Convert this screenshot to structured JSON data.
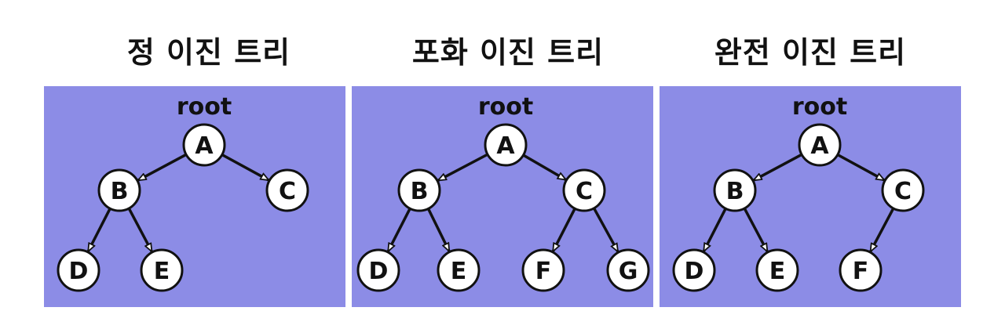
{
  "colors": {
    "panel_background": "#8c8ce6",
    "node_fill": "#ffffff",
    "stroke": "#111111"
  },
  "panels": [
    {
      "title": "정 이진 트리",
      "root_label": "root",
      "nodes": [
        {
          "id": "A",
          "label": "A"
        },
        {
          "id": "B",
          "label": "B"
        },
        {
          "id": "C",
          "label": "C"
        },
        {
          "id": "D",
          "label": "D"
        },
        {
          "id": "E",
          "label": "E"
        }
      ],
      "edges": [
        [
          "A",
          "B"
        ],
        [
          "A",
          "C"
        ],
        [
          "B",
          "D"
        ],
        [
          "B",
          "E"
        ]
      ]
    },
    {
      "title": "포화 이진 트리",
      "root_label": "root",
      "nodes": [
        {
          "id": "A",
          "label": "A"
        },
        {
          "id": "B",
          "label": "B"
        },
        {
          "id": "C",
          "label": "C"
        },
        {
          "id": "D",
          "label": "D"
        },
        {
          "id": "E",
          "label": "E"
        },
        {
          "id": "F",
          "label": "F"
        },
        {
          "id": "G",
          "label": "G"
        }
      ],
      "edges": [
        [
          "A",
          "B"
        ],
        [
          "A",
          "C"
        ],
        [
          "B",
          "D"
        ],
        [
          "B",
          "E"
        ],
        [
          "C",
          "F"
        ],
        [
          "C",
          "G"
        ]
      ]
    },
    {
      "title": "완전 이진 트리",
      "root_label": "root",
      "nodes": [
        {
          "id": "A",
          "label": "A"
        },
        {
          "id": "B",
          "label": "B"
        },
        {
          "id": "C",
          "label": "C"
        },
        {
          "id": "D",
          "label": "D"
        },
        {
          "id": "E",
          "label": "E"
        },
        {
          "id": "F",
          "label": "F"
        }
      ],
      "edges": [
        [
          "A",
          "B"
        ],
        [
          "A",
          "C"
        ],
        [
          "B",
          "D"
        ],
        [
          "B",
          "E"
        ],
        [
          "C",
          "F"
        ]
      ]
    }
  ]
}
